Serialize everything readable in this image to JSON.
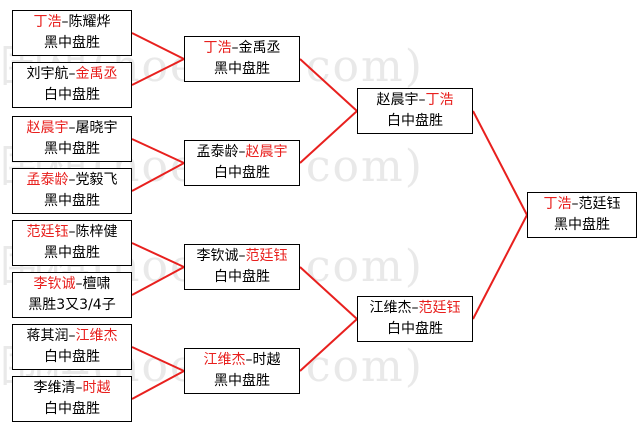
{
  "watermark": "围棋(hoetom.com)",
  "round1": [
    {
      "p1": "丁浩",
      "sep": "–",
      "p2": "陈耀烨",
      "winner": 1,
      "result": "黑中盘胜"
    },
    {
      "p1": "刘宇航",
      "sep": "–",
      "p2": "金禹丞",
      "winner": 2,
      "result": "白中盘胜"
    },
    {
      "p1": "赵晨宇",
      "sep": "–",
      "p2": "屠晓宇",
      "winner": 1,
      "result": "黑中盘胜"
    },
    {
      "p1": "孟泰龄",
      "sep": "–",
      "p2": "党毅飞",
      "winner": 1,
      "result": "黑中盘胜"
    },
    {
      "p1": "范廷钰",
      "sep": "–",
      "p2": "陈梓健",
      "winner": 1,
      "result": "黑中盘胜"
    },
    {
      "p1": "李钦诚",
      "sep": "–",
      "p2": "檀啸",
      "winner": 1,
      "result": "黑胜3又3/4子"
    },
    {
      "p1": "蒋其润",
      "sep": "–",
      "p2": "江维杰",
      "winner": 2,
      "result": "白中盘胜"
    },
    {
      "p1": "李维清",
      "sep": "–",
      "p2": "时越",
      "winner": 2,
      "result": "白中盘胜"
    }
  ],
  "round2": [
    {
      "p1": "丁浩",
      "sep": "–",
      "p2": "金禹丞",
      "winner": 1,
      "result": "黑中盘胜"
    },
    {
      "p1": "孟泰龄",
      "sep": "–",
      "p2": "赵晨宇",
      "winner": 2,
      "result": "白中盘胜"
    },
    {
      "p1": "李钦诚",
      "sep": "–",
      "p2": "范廷钰",
      "winner": 2,
      "result": "白中盘胜"
    },
    {
      "p1": "江维杰",
      "sep": "–",
      "p2": "时越",
      "winner": 1,
      "result": "黑中盘胜"
    }
  ],
  "round3": [
    {
      "p1": "赵晨宇",
      "sep": "–",
      "p2": "丁浩",
      "winner": 2,
      "result": "白中盘胜"
    },
    {
      "p1": "江维杰",
      "sep": "–",
      "p2": "范廷钰",
      "winner": 2,
      "result": "白中盘胜"
    }
  ],
  "final": [
    {
      "p1": "丁浩",
      "sep": "–",
      "p2": "范廷钰",
      "winner": 1,
      "result": "黑中盘胜"
    }
  ],
  "colors": {
    "winner": "#e8201e",
    "connector": "#e8201e",
    "border": "#000000"
  }
}
